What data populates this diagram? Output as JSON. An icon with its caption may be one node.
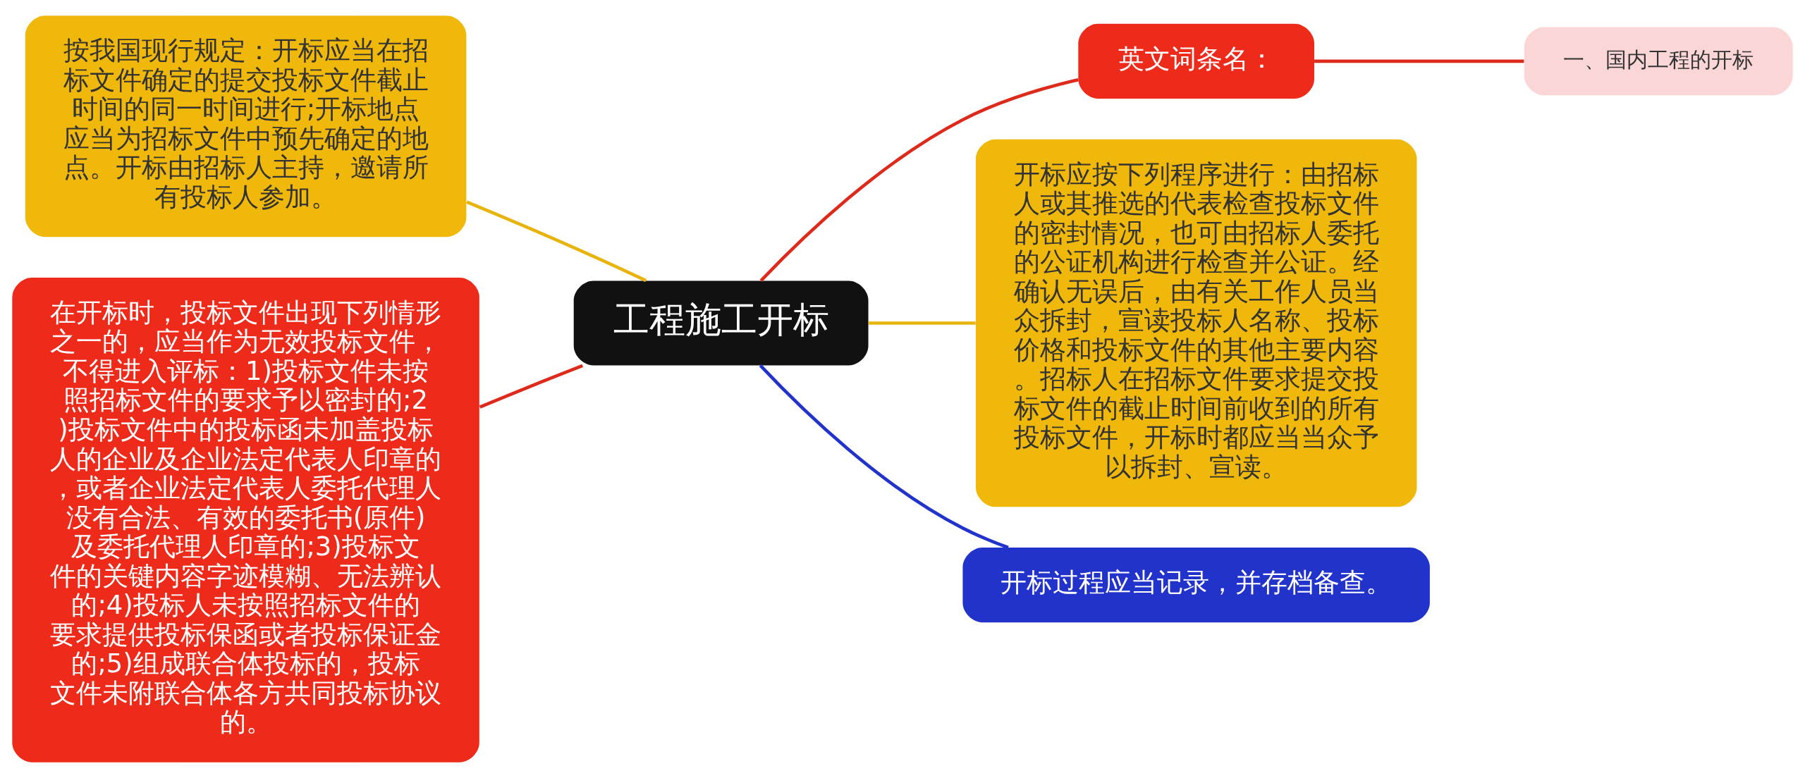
{
  "diagram": {
    "nodes": [
      {
        "text": [
          "工程施工开标"
        ]
      },
      {
        "text": [
          "按我国现行规定：开标应当在招标文件确定的提交投标文件截止时间的同一时间进行;开标地点应当为招标文件中预先确定的地点。开标由招标人主持，邀请所有投标人参加。"
        ]
      },
      {
        "text": [
          "在开标时，投标文件出现下列情形之一的，应当作为无效投标文件，不得进入评标：1)投标文件未按照招标文件的要求予以密封的;2)投标文件中的投标函未加盖投标人的企业及企业法定代表人印章的，或者企业法定代表人委托代理人没有合法、有效的委托书(原件)及委托代理人印章的;3)投标文件的关键内容字迹模糊、无法辨认的;4)投标人未按照招标文件的要求提供投标保函或者投标保证金的;5)组成联合体投标的，投标文件未附联合体各方共同投标协议的。"
        ]
      },
      {
        "text": [
          "英文词条名："
        ]
      },
      {
        "text": [
          "一、国内工程的开标"
        ]
      },
      {
        "text": [
          "开标应按下列程序进行：由招标人或其推选的代表检查投标文件的密封情况，也可由招标人委托的公证机构进行检查并公证。经确认无误后，由有关工作人员当众拆封，宣读投标人名称、投标价格和投标文件的其他主要内容。招标人在招标文件要求提交投标文件的截止时间前收到的所有投标文件，开标时都应当当众予以拆封、宣读。"
        ]
      },
      {
        "text": [
          "开标过程应当记录，并存档备查。"
        ]
      }
    ],
    "edges": [
      {
        "from": 0,
        "to": 1,
        "arrow": "none",
        "color": "#e8b40c"
      },
      {
        "from": 0,
        "to": 2,
        "arrow": "none"
      },
      {
        "from": 0,
        "to": 3,
        "arrow": "none"
      },
      {
        "from": 3,
        "to": 4,
        "arrow": "none"
      },
      {
        "from": 0,
        "to": 5,
        "arrow": "none",
        "color": "#e8b40c"
      },
      {
        "from": 0,
        "to": 6,
        "arrow": "none",
        "color": "#2233cc"
      }
    ]
  }
}
